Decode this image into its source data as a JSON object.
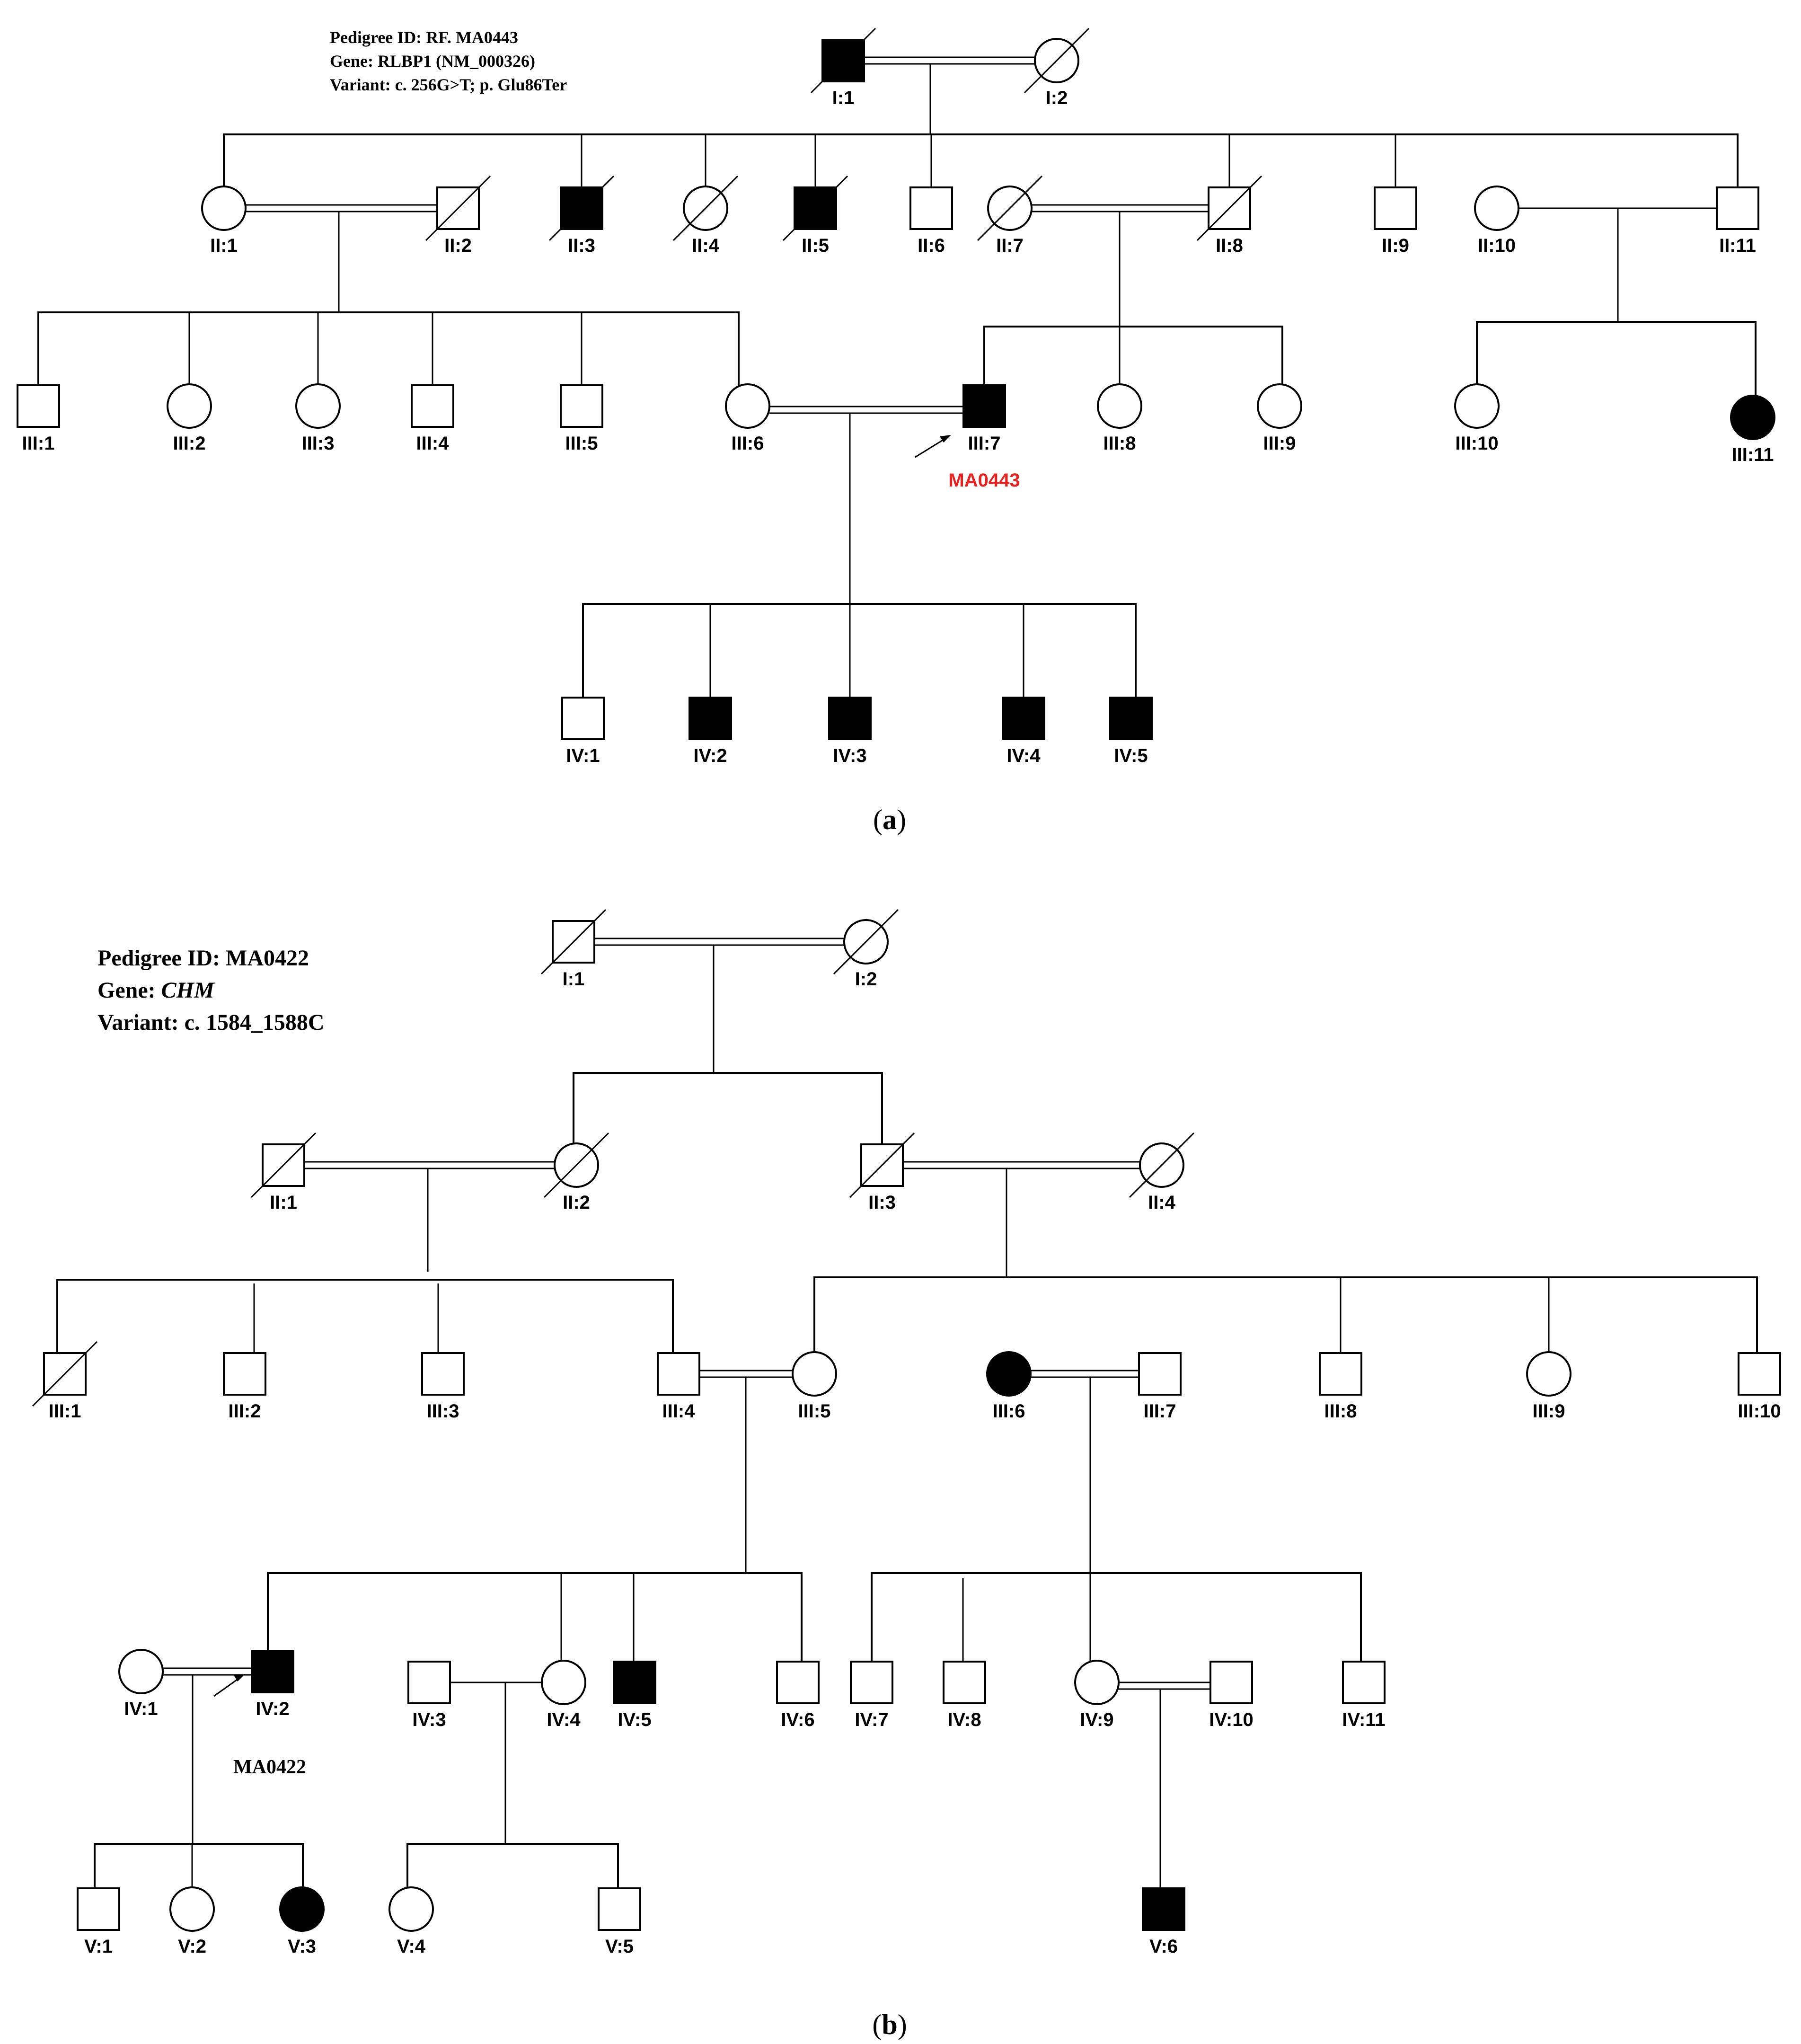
{
  "panels": [
    {
      "key": "a",
      "header": [
        {
          "text": "Pedigree ID: RF. MA0443"
        },
        {
          "text": "Gene: RLBP1 (NM_000326)"
        },
        {
          "text": "Variant: c. 256G>T; p. Glu86Ter"
        }
      ],
      "proband": {
        "id": "III:7",
        "label": "MA0443",
        "color": "#e8201e"
      },
      "caption": {
        "open": "(",
        "letter": "a",
        "close": ")"
      },
      "individuals": [
        {
          "id": "I:1",
          "sex": "male",
          "affected": true,
          "deceased": true
        },
        {
          "id": "I:2",
          "sex": "female",
          "affected": false,
          "deceased": true
        },
        {
          "id": "II:1",
          "sex": "female",
          "affected": false,
          "deceased": false
        },
        {
          "id": "II:2",
          "sex": "male",
          "affected": false,
          "deceased": true
        },
        {
          "id": "II:3",
          "sex": "male",
          "affected": true,
          "deceased": true
        },
        {
          "id": "II:4",
          "sex": "female",
          "affected": false,
          "deceased": true
        },
        {
          "id": "II:5",
          "sex": "male",
          "affected": true,
          "deceased": true
        },
        {
          "id": "II:6",
          "sex": "male",
          "affected": false,
          "deceased": false
        },
        {
          "id": "II:7",
          "sex": "female",
          "affected": false,
          "deceased": true
        },
        {
          "id": "II:8",
          "sex": "male",
          "affected": false,
          "deceased": true
        },
        {
          "id": "II:9",
          "sex": "male",
          "affected": false,
          "deceased": false
        },
        {
          "id": "II:10",
          "sex": "female",
          "affected": false,
          "deceased": false
        },
        {
          "id": "II:11",
          "sex": "male",
          "affected": false,
          "deceased": false
        },
        {
          "id": "III:1",
          "sex": "male",
          "affected": false,
          "deceased": false
        },
        {
          "id": "III:2",
          "sex": "female",
          "affected": false,
          "deceased": false
        },
        {
          "id": "III:3",
          "sex": "female",
          "affected": false,
          "deceased": false
        },
        {
          "id": "III:4",
          "sex": "male",
          "affected": false,
          "deceased": false
        },
        {
          "id": "III:5",
          "sex": "male",
          "affected": false,
          "deceased": false
        },
        {
          "id": "III:6",
          "sex": "female",
          "affected": false,
          "deceased": false
        },
        {
          "id": "III:7",
          "sex": "male",
          "affected": true,
          "deceased": false
        },
        {
          "id": "III:8",
          "sex": "female",
          "affected": false,
          "deceased": false
        },
        {
          "id": "III:9",
          "sex": "female",
          "affected": false,
          "deceased": false
        },
        {
          "id": "III:10",
          "sex": "female",
          "affected": false,
          "deceased": false
        },
        {
          "id": "III:11",
          "sex": "female",
          "affected": true,
          "deceased": false
        },
        {
          "id": "IV:1",
          "sex": "male",
          "affected": false,
          "deceased": false
        },
        {
          "id": "IV:2",
          "sex": "male",
          "affected": true,
          "deceased": false
        },
        {
          "id": "IV:3",
          "sex": "male",
          "affected": true,
          "deceased": false
        },
        {
          "id": "IV:4",
          "sex": "male",
          "affected": true,
          "deceased": false
        },
        {
          "id": "IV:5",
          "sex": "male",
          "affected": true,
          "deceased": false
        }
      ]
    },
    {
      "key": "b",
      "header": [
        {
          "text": "Pedigree ID: MA0422"
        },
        {
          "prefix": "Gene: ",
          "gene": "CHM"
        },
        {
          "text": "Variant: c. 1584_1588C"
        }
      ],
      "proband": {
        "id": "IV:2",
        "label": "MA0422",
        "color": "#000000"
      },
      "caption": {
        "open": "(",
        "letter": "b",
        "close": ")"
      },
      "individuals": [
        {
          "id": "I:1",
          "sex": "male",
          "affected": false,
          "deceased": true
        },
        {
          "id": "I:2",
          "sex": "female",
          "affected": false,
          "deceased": true
        },
        {
          "id": "II:1",
          "sex": "male",
          "affected": false,
          "deceased": true
        },
        {
          "id": "II:2",
          "sex": "female",
          "affected": false,
          "deceased": true
        },
        {
          "id": "II:3",
          "sex": "male",
          "affected": false,
          "deceased": true
        },
        {
          "id": "II:4",
          "sex": "female",
          "affected": false,
          "deceased": true
        },
        {
          "id": "III:1",
          "sex": "male",
          "affected": false,
          "deceased": true
        },
        {
          "id": "III:2",
          "sex": "male",
          "affected": false,
          "deceased": false
        },
        {
          "id": "III:3",
          "sex": "male",
          "affected": false,
          "deceased": false
        },
        {
          "id": "III:4",
          "sex": "male",
          "affected": false,
          "deceased": false
        },
        {
          "id": "III:5",
          "sex": "female",
          "affected": false,
          "deceased": false
        },
        {
          "id": "III:6",
          "sex": "female",
          "affected": true,
          "deceased": false
        },
        {
          "id": "III:7",
          "sex": "male",
          "affected": false,
          "deceased": false
        },
        {
          "id": "III:8",
          "sex": "male",
          "affected": false,
          "deceased": false
        },
        {
          "id": "III:9",
          "sex": "female",
          "affected": false,
          "deceased": false
        },
        {
          "id": "III:10",
          "sex": "male",
          "affected": false,
          "deceased": false
        },
        {
          "id": "IV:1",
          "sex": "female",
          "affected": false,
          "deceased": false
        },
        {
          "id": "IV:2",
          "sex": "male",
          "affected": true,
          "deceased": false
        },
        {
          "id": "IV:3",
          "sex": "male",
          "affected": false,
          "deceased": false
        },
        {
          "id": "IV:4",
          "sex": "female",
          "affected": false,
          "deceased": false
        },
        {
          "id": "IV:5",
          "sex": "male",
          "affected": true,
          "deceased": false
        },
        {
          "id": "IV:6",
          "sex": "male",
          "affected": false,
          "deceased": false
        },
        {
          "id": "IV:7",
          "sex": "male",
          "affected": false,
          "deceased": false
        },
        {
          "id": "IV:8",
          "sex": "male",
          "affected": false,
          "deceased": false
        },
        {
          "id": "IV:9",
          "sex": "female",
          "affected": false,
          "deceased": false
        },
        {
          "id": "IV:10",
          "sex": "male",
          "affected": false,
          "deceased": false
        },
        {
          "id": "IV:11",
          "sex": "male",
          "affected": false,
          "deceased": false
        },
        {
          "id": "V:1",
          "sex": "male",
          "affected": false,
          "deceased": false
        },
        {
          "id": "V:2",
          "sex": "female",
          "affected": false,
          "deceased": false
        },
        {
          "id": "V:3",
          "sex": "female",
          "affected": true,
          "deceased": false
        },
        {
          "id": "V:4",
          "sex": "female",
          "affected": false,
          "deceased": false
        },
        {
          "id": "V:5",
          "sex": "male",
          "affected": false,
          "deceased": false
        },
        {
          "id": "V:6",
          "sex": "male",
          "affected": true,
          "deceased": false
        }
      ]
    }
  ]
}
